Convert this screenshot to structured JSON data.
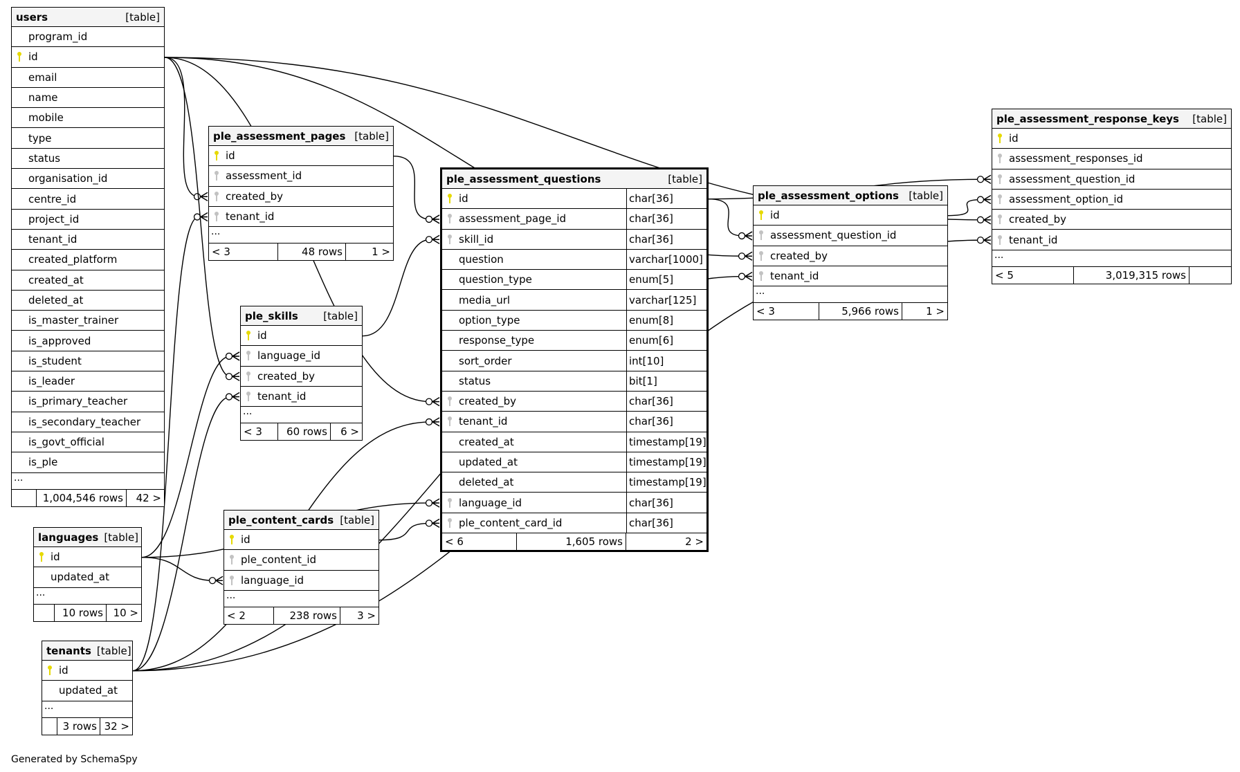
{
  "footer": "Generated by SchemaSpy",
  "colors": {
    "primary_key": "#e6d900",
    "foreign_key": "#c2c2c2",
    "header_bg": "#f4f4f4",
    "line": "#000000"
  },
  "tables": {
    "users": {
      "name": "users",
      "type": "[table]",
      "columns": [
        {
          "name": "program_id",
          "key": ""
        },
        {
          "name": "id",
          "key": "pk"
        },
        {
          "name": "email",
          "key": ""
        },
        {
          "name": "name",
          "key": ""
        },
        {
          "name": "mobile",
          "key": ""
        },
        {
          "name": "type",
          "key": ""
        },
        {
          "name": "status",
          "key": ""
        },
        {
          "name": "organisation_id",
          "key": ""
        },
        {
          "name": "centre_id",
          "key": ""
        },
        {
          "name": "project_id",
          "key": ""
        },
        {
          "name": "tenant_id",
          "key": ""
        },
        {
          "name": "created_platform",
          "key": ""
        },
        {
          "name": "created_at",
          "key": ""
        },
        {
          "name": "deleted_at",
          "key": ""
        },
        {
          "name": "is_master_trainer",
          "key": ""
        },
        {
          "name": "is_approved",
          "key": ""
        },
        {
          "name": "is_student",
          "key": ""
        },
        {
          "name": "is_leader",
          "key": ""
        },
        {
          "name": "is_primary_teacher",
          "key": ""
        },
        {
          "name": "is_secondary_teacher",
          "key": ""
        },
        {
          "name": "is_govt_official",
          "key": ""
        },
        {
          "name": "is_ple",
          "key": ""
        }
      ],
      "more": "...",
      "footer": {
        "left": "",
        "rows": "1,004,546 rows",
        "right": "42 >"
      }
    },
    "ple_assessment_pages": {
      "name": "ple_assessment_pages",
      "type": "[table]",
      "columns": [
        {
          "name": "id",
          "key": "pk"
        },
        {
          "name": "assessment_id",
          "key": "fk"
        },
        {
          "name": "created_by",
          "key": "fk"
        },
        {
          "name": "tenant_id",
          "key": "fk"
        }
      ],
      "more": "...",
      "footer": {
        "left": "< 3",
        "rows": "48 rows",
        "right": "1 >"
      }
    },
    "ple_skills": {
      "name": "ple_skills",
      "type": "[table]",
      "columns": [
        {
          "name": "id",
          "key": "pk"
        },
        {
          "name": "language_id",
          "key": "fk"
        },
        {
          "name": "created_by",
          "key": "fk"
        },
        {
          "name": "tenant_id",
          "key": "fk"
        }
      ],
      "more": "...",
      "footer": {
        "left": "< 3",
        "rows": "60 rows",
        "right": "6 >"
      }
    },
    "ple_assessment_questions": {
      "name": "ple_assessment_questions",
      "type": "[table]",
      "columns": [
        {
          "name": "id",
          "key": "pk",
          "type": "char[36]"
        },
        {
          "name": "assessment_page_id",
          "key": "fk",
          "type": "char[36]"
        },
        {
          "name": "skill_id",
          "key": "fk",
          "type": "char[36]"
        },
        {
          "name": "question",
          "key": "",
          "type": "varchar[1000]"
        },
        {
          "name": "question_type",
          "key": "",
          "type": "enum[5]"
        },
        {
          "name": "media_url",
          "key": "",
          "type": "varchar[125]"
        },
        {
          "name": "option_type",
          "key": "",
          "type": "enum[8]"
        },
        {
          "name": "response_type",
          "key": "",
          "type": "enum[6]"
        },
        {
          "name": "sort_order",
          "key": "",
          "type": "int[10]"
        },
        {
          "name": "status",
          "key": "",
          "type": "bit[1]"
        },
        {
          "name": "created_by",
          "key": "fk",
          "type": "char[36]"
        },
        {
          "name": "tenant_id",
          "key": "fk",
          "type": "char[36]"
        },
        {
          "name": "created_at",
          "key": "",
          "type": "timestamp[19]"
        },
        {
          "name": "updated_at",
          "key": "",
          "type": "timestamp[19]"
        },
        {
          "name": "deleted_at",
          "key": "",
          "type": "timestamp[19]"
        },
        {
          "name": "language_id",
          "key": "fk",
          "type": "char[36]"
        },
        {
          "name": "ple_content_card_id",
          "key": "fk",
          "type": "char[36]"
        }
      ],
      "footer": {
        "left": "< 6",
        "rows": "1,605 rows",
        "right": "2 >"
      }
    },
    "ple_assessment_options": {
      "name": "ple_assessment_options",
      "type": "[table]",
      "columns": [
        {
          "name": "id",
          "key": "pk"
        },
        {
          "name": "assessment_question_id",
          "key": "fk"
        },
        {
          "name": "created_by",
          "key": "fk"
        },
        {
          "name": "tenant_id",
          "key": "fk"
        }
      ],
      "more": "...",
      "footer": {
        "left": "< 3",
        "rows": "5,966 rows",
        "right": "1 >"
      }
    },
    "ple_assessment_response_keys": {
      "name": "ple_assessment_response_keys",
      "type": "[table]",
      "columns": [
        {
          "name": "id",
          "key": "pk"
        },
        {
          "name": "assessment_responses_id",
          "key": "fk"
        },
        {
          "name": "assessment_question_id",
          "key": "fk"
        },
        {
          "name": "assessment_option_id",
          "key": "fk"
        },
        {
          "name": "created_by",
          "key": "fk"
        },
        {
          "name": "tenant_id",
          "key": "fk"
        }
      ],
      "more": "...",
      "footer": {
        "left": "< 5",
        "rows": "3,019,315 rows",
        "right": ""
      }
    },
    "languages": {
      "name": "languages",
      "type": "[table]",
      "columns": [
        {
          "name": "id",
          "key": "pk"
        },
        {
          "name": "updated_at",
          "key": ""
        }
      ],
      "more": "...",
      "footer": {
        "left": "",
        "rows": "10 rows",
        "right": "10 >"
      }
    },
    "ple_content_cards": {
      "name": "ple_content_cards",
      "type": "[table]",
      "columns": [
        {
          "name": "id",
          "key": "pk"
        },
        {
          "name": "ple_content_id",
          "key": "fk"
        },
        {
          "name": "language_id",
          "key": "fk"
        }
      ],
      "more": "...",
      "footer": {
        "left": "< 2",
        "rows": "238 rows",
        "right": "3 >"
      }
    },
    "tenants": {
      "name": "tenants",
      "type": "[table]",
      "columns": [
        {
          "name": "id",
          "key": "pk"
        },
        {
          "name": "updated_at",
          "key": ""
        }
      ],
      "more": "...",
      "footer": {
        "left": "",
        "rows": "3 rows",
        "right": "32 >"
      }
    }
  },
  "relationships": [
    {
      "from": "users.id",
      "to": "ple_assessment_pages.created_by"
    },
    {
      "from": "tenants.id",
      "to": "ple_assessment_pages.tenant_id"
    },
    {
      "from": "ple_assessment_pages.id",
      "to": "ple_assessment_questions.assessment_page_id"
    },
    {
      "from": "ple_skills.id",
      "to": "ple_assessment_questions.skill_id"
    },
    {
      "from": "languages.id",
      "to": "ple_skills.language_id"
    },
    {
      "from": "users.id",
      "to": "ple_skills.created_by"
    },
    {
      "from": "tenants.id",
      "to": "ple_skills.tenant_id"
    },
    {
      "from": "users.id",
      "to": "ple_assessment_questions.created_by"
    },
    {
      "from": "tenants.id",
      "to": "ple_assessment_questions.tenant_id"
    },
    {
      "from": "languages.id",
      "to": "ple_assessment_questions.language_id"
    },
    {
      "from": "ple_content_cards.id",
      "to": "ple_assessment_questions.ple_content_card_id"
    },
    {
      "from": "languages.id",
      "to": "ple_content_cards.language_id"
    },
    {
      "from": "ple_assessment_questions.id",
      "to": "ple_assessment_options.assessment_question_id"
    },
    {
      "from": "users.id",
      "to": "ple_assessment_options.created_by"
    },
    {
      "from": "tenants.id",
      "to": "ple_assessment_options.tenant_id"
    },
    {
      "from": "ple_assessment_questions.id",
      "to": "ple_assessment_response_keys.assessment_question_id"
    },
    {
      "from": "ple_assessment_options.id",
      "to": "ple_assessment_response_keys.assessment_option_id"
    },
    {
      "from": "users.id",
      "to": "ple_assessment_response_keys.created_by"
    },
    {
      "from": "tenants.id",
      "to": "ple_assessment_response_keys.tenant_id"
    }
  ]
}
